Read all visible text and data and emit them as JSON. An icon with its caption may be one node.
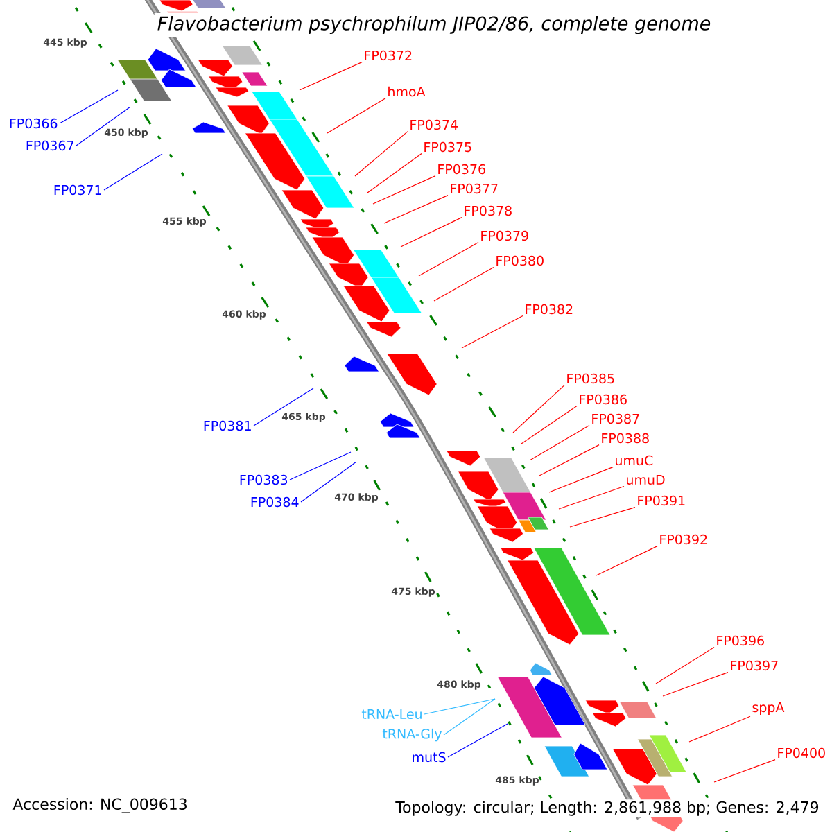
{
  "diagram": {
    "title": "Flavobacterium psychrophilum JIP02/86, complete genome",
    "nodes": [
      {
        "text": [
          "FP0372"
        ]
      },
      {
        "text": [
          "hmoA"
        ]
      },
      {
        "text": [
          "FP0366"
        ]
      },
      {
        "text": [
          "FP0374"
        ]
      },
      {
        "text": [
          "FP0367"
        ]
      },
      {
        "text": [
          "FP0375"
        ]
      },
      {
        "text": [
          "FP0376"
        ]
      },
      {
        "text": [
          "FP0377"
        ]
      },
      {
        "text": [
          "FP0371"
        ]
      },
      {
        "text": [
          "FP0378"
        ]
      },
      {
        "text": [
          "FP0379"
        ]
      },
      {
        "text": [
          "FP0380"
        ]
      },
      {
        "text": [
          "FP0382"
        ]
      },
      {
        "text": [
          "FP0385"
        ]
      },
      {
        "text": [
          "FP0386"
        ]
      },
      {
        "text": [
          "FP0387"
        ]
      },
      {
        "text": [
          "FP0381"
        ]
      },
      {
        "text": [
          "FP0388"
        ]
      },
      {
        "text": [
          "umuC"
        ]
      },
      {
        "text": [
          "FP0383"
        ]
      },
      {
        "text": [
          "umuD"
        ]
      },
      {
        "text": [
          "FP0391"
        ]
      },
      {
        "text": [
          "FP0384"
        ]
      },
      {
        "text": [
          "FP0392"
        ]
      },
      {
        "text": [
          "FP0396"
        ]
      },
      {
        "text": [
          "FP0397"
        ]
      },
      {
        "text": [
          "sppA"
        ]
      },
      {
        "text": [
          "tRNA-Leu"
        ]
      },
      {
        "text": [
          "tRNA-Gly"
        ]
      },
      {
        "text": [
          "FP0400"
        ]
      },
      {
        "text": [
          "mutS"
        ]
      }
    ],
    "edges": [
      {
        "from": 0,
        "to": null,
        "arrow": "none"
      },
      {
        "from": 1,
        "to": null,
        "arrow": "none"
      },
      {
        "from": 2,
        "to": null,
        "arrow": "none",
        "color": "#0000ff"
      },
      {
        "from": 3,
        "to": null,
        "arrow": "none"
      },
      {
        "from": 4,
        "to": null,
        "arrow": "none",
        "color": "#0000ff"
      },
      {
        "from": 5,
        "to": null,
        "arrow": "none"
      },
      {
        "from": 6,
        "to": null,
        "arrow": "none"
      },
      {
        "from": 7,
        "to": null,
        "arrow": "none"
      },
      {
        "from": 8,
        "to": null,
        "arrow": "none",
        "color": "#0000ff"
      },
      {
        "from": 9,
        "to": null,
        "arrow": "none"
      },
      {
        "from": 10,
        "to": null,
        "arrow": "none"
      },
      {
        "from": 11,
        "to": null,
        "arrow": "none"
      },
      {
        "from": 12,
        "to": null,
        "arrow": "none"
      },
      {
        "from": 13,
        "to": null,
        "arrow": "none"
      },
      {
        "from": 14,
        "to": null,
        "arrow": "none"
      },
      {
        "from": 15,
        "to": null,
        "arrow": "none"
      },
      {
        "from": 16,
        "to": null,
        "arrow": "none",
        "color": "#0000ff"
      },
      {
        "from": 17,
        "to": null,
        "arrow": "none"
      },
      {
        "from": 18,
        "to": null,
        "arrow": "none"
      },
      {
        "from": 19,
        "to": null,
        "arrow": "none",
        "color": "#0000ff"
      },
      {
        "from": 20,
        "to": null,
        "arrow": "none"
      },
      {
        "from": 21,
        "to": null,
        "arrow": "none"
      },
      {
        "from": 22,
        "to": null,
        "arrow": "none",
        "color": "#0000ff"
      },
      {
        "from": 23,
        "to": null,
        "arrow": "none"
      },
      {
        "from": 24,
        "to": null,
        "arrow": "none"
      },
      {
        "from": 25,
        "to": null,
        "arrow": "none"
      },
      {
        "from": 26,
        "to": null,
        "arrow": "none"
      },
      {
        "from": 27,
        "to": null,
        "arrow": "none",
        "color": "#33bbff"
      },
      {
        "from": 28,
        "to": null,
        "arrow": "none",
        "color": "#33bbff"
      },
      {
        "from": 29,
        "to": null,
        "arrow": "none"
      },
      {
        "from": 30,
        "to": null,
        "arrow": "none",
        "color": "#0000ff"
      }
    ],
    "labels": [
      "445 kbp",
      "450 kbp",
      "455 kbp",
      "460 kbp",
      "465 kbp",
      "470 kbp",
      "475 kbp",
      "480 kbp",
      "485 kbp",
      "Accession: NC_009613",
      "Topology: circular; Length: 2,861,988 bp; Genes: 2,479"
    ]
  }
}
